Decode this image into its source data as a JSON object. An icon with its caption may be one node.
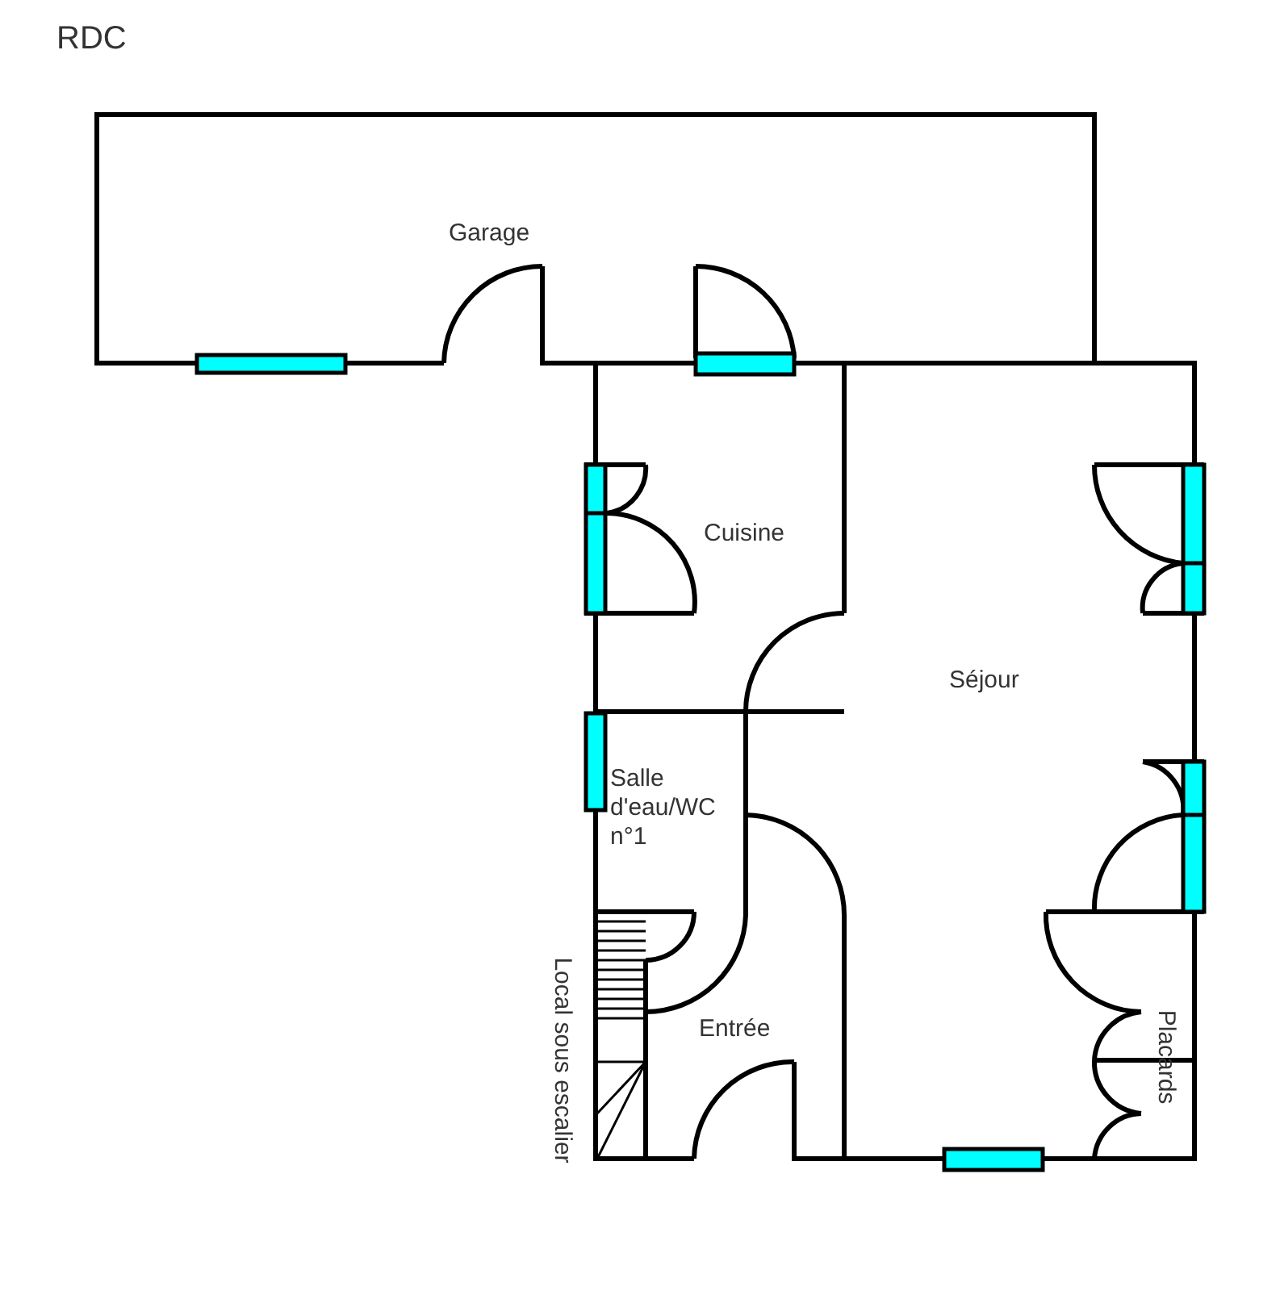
{
  "diagram": {
    "title": "RDC",
    "labels": [
      "Garage",
      "Cuisine",
      "Séjour",
      "Salle d'eau/WC n°1",
      "Entrée",
      "Placards",
      "Local sous escalier"
    ]
  }
}
